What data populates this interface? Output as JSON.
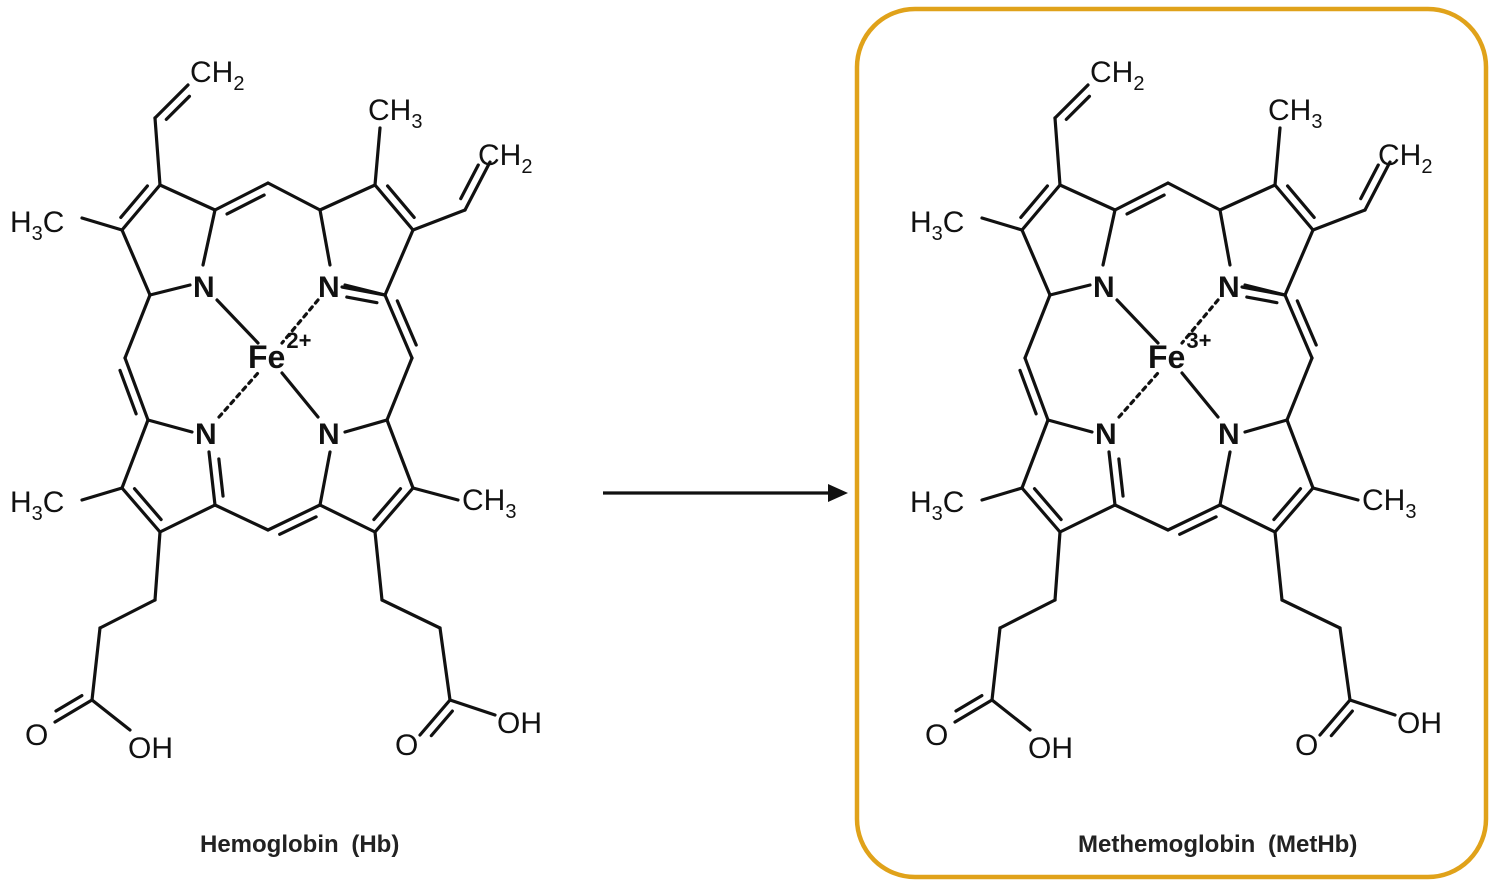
{
  "colors": {
    "ink": "#111111",
    "highlight_border": "#e0a21a",
    "background": "#ffffff"
  },
  "left_molecule": {
    "name": "Hemoglobin",
    "abbr": "(Hb)",
    "metal": "Fe",
    "charge": "2+"
  },
  "right_molecule": {
    "name": "Methemoglobin",
    "abbr": "(MetHb)",
    "metal": "Fe",
    "charge": "3+"
  },
  "atoms": {
    "nitrogen": "N",
    "oxygen": "O",
    "hydroxyl": "OH"
  },
  "groups": {
    "methylene": "CH",
    "methylene_sub": "2",
    "methyl": "CH",
    "methyl_sub": "3",
    "methyl_left_prefix": "H",
    "methyl_left_sub": "3",
    "methyl_left_suffix": "C"
  }
}
